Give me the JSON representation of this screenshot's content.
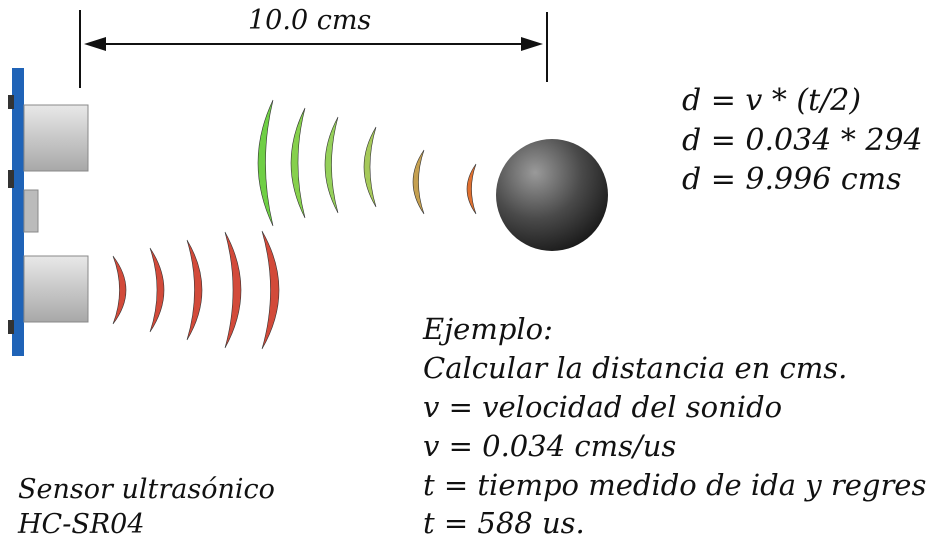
{
  "distance_label": "10.0 cms",
  "formulas": [
    "d = v * (t/2)",
    "d = 0.034 * 294",
    "d = 9.996 cms"
  ],
  "example": [
    "Ejemplo:",
    "Calcular la distancia en cms.",
    "v = velocidad del sonido",
    "v = 0.034 cms/us",
    "t = tiempo medido de ida y regreso",
    "t = 588 us."
  ],
  "sensor": {
    "line1": "Sensor ultrasónico",
    "line2": "HC-SR04"
  },
  "colors": {
    "board": "#1f63b7",
    "transducer": "#cfcfcf",
    "outgoing_wave": "#d24a3a",
    "returning_wave_near": "#7bd14a",
    "returning_wave_far": "#e0702a",
    "object": "#555555"
  }
}
